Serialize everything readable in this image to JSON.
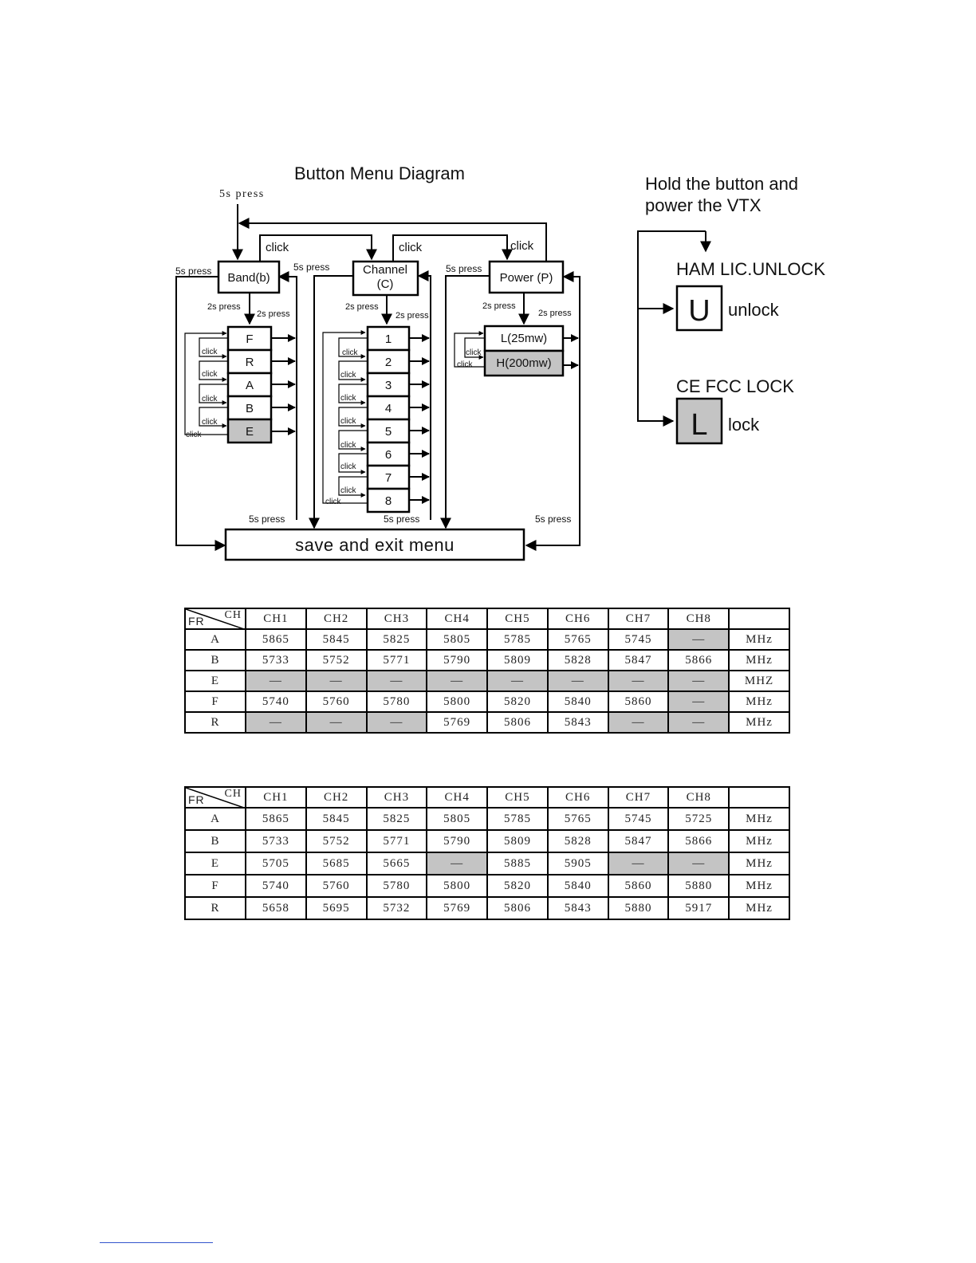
{
  "diagram": {
    "title": "Button Menu Diagram",
    "top_press": "5s press",
    "click": "click",
    "press_2s": "2s press",
    "press_5s": "5s press",
    "band_label": "Band(b)",
    "channel_label_1": "Channel",
    "channel_label_2": "(C)",
    "power_label": "Power (P)",
    "band_items": [
      "F",
      "R",
      "A",
      "B",
      "E"
    ],
    "channel_items": [
      "1",
      "2",
      "3",
      "4",
      "5",
      "6",
      "7",
      "8"
    ],
    "power_items": [
      "L(25mw)",
      "H(200mw)"
    ],
    "save_exit": "save and exit menu",
    "selected_color": "#c4c4c4"
  },
  "lock_panel": {
    "instruction_line1": "Hold the button and",
    "instruction_line2": "power the VTX",
    "unlock_heading": "HAM LIC.UNLOCK",
    "unlock_letter": "U",
    "unlock_text": "unlock",
    "lock_heading": "CE FCC LOCK",
    "lock_letter": "L",
    "lock_text": "lock"
  },
  "tables": [
    {
      "corner_ch": "CH",
      "corner_fr": "FR",
      "headers": [
        "CH1",
        "CH2",
        "CH3",
        "CH4",
        "CH5",
        "CH6",
        "CH7",
        "CH8",
        ""
      ],
      "rows": [
        {
          "band": "A",
          "cells": [
            "5865",
            "5845",
            "5825",
            "5805",
            "5785",
            "5765",
            "5745",
            "—"
          ],
          "unit": "MHz",
          "gray": [
            7
          ]
        },
        {
          "band": "B",
          "cells": [
            "5733",
            "5752",
            "5771",
            "5790",
            "5809",
            "5828",
            "5847",
            "5866"
          ],
          "unit": "MHz",
          "gray": []
        },
        {
          "band": "E",
          "cells": [
            "—",
            "—",
            "—",
            "—",
            "—",
            "—",
            "—",
            "—"
          ],
          "unit": "MHZ",
          "gray": [
            0,
            1,
            2,
            3,
            4,
            5,
            6,
            7
          ]
        },
        {
          "band": "F",
          "cells": [
            "5740",
            "5760",
            "5780",
            "5800",
            "5820",
            "5840",
            "5860",
            "—"
          ],
          "unit": "MHz",
          "gray": [
            7
          ]
        },
        {
          "band": "R",
          "cells": [
            "—",
            "—",
            "—",
            "5769",
            "5806",
            "5843",
            "—",
            "—"
          ],
          "unit": "MHz",
          "gray": [
            0,
            1,
            2,
            6,
            7
          ]
        }
      ]
    },
    {
      "corner_ch": "CH",
      "corner_fr": "FR",
      "headers": [
        "CH1",
        "CH2",
        "CH3",
        "CH4",
        "CH5",
        "CH6",
        "CH7",
        "CH8",
        ""
      ],
      "rows": [
        {
          "band": "A",
          "cells": [
            "5865",
            "5845",
            "5825",
            "5805",
            "5785",
            "5765",
            "5745",
            "5725"
          ],
          "unit": "MHz",
          "gray": []
        },
        {
          "band": "B",
          "cells": [
            "5733",
            "5752",
            "5771",
            "5790",
            "5809",
            "5828",
            "5847",
            "5866"
          ],
          "unit": "MHz",
          "gray": []
        },
        {
          "band": "E",
          "cells": [
            "5705",
            "5685",
            "5665",
            "—",
            "5885",
            "5905",
            "—",
            "—"
          ],
          "unit": "MHz",
          "gray": [
            3,
            6,
            7
          ]
        },
        {
          "band": "F",
          "cells": [
            "5740",
            "5760",
            "5780",
            "5800",
            "5820",
            "5840",
            "5860",
            "5880"
          ],
          "unit": "MHz",
          "gray": []
        },
        {
          "band": "R",
          "cells": [
            "5658",
            "5695",
            "5732",
            "5769",
            "5806",
            "5843",
            "5880",
            "5917"
          ],
          "unit": "MHz",
          "gray": []
        }
      ]
    }
  ]
}
